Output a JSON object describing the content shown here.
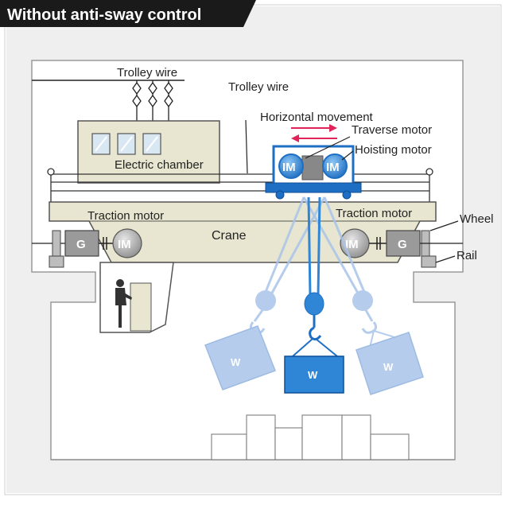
{
  "title": "Without anti-sway control",
  "labels": {
    "trolley_wire_1": "Trolley wire",
    "trolley_wire_2": "Trolley wire",
    "horizontal_movement": "Horizontal movement",
    "traverse_motor": "Traverse motor",
    "hoisting_motor": "Hoisting motor",
    "electric_chamber": "Electric chamber",
    "traction_motor_left": "Traction motor",
    "traction_motor_right": "Traction motor",
    "crane": "Crane",
    "wheel": "Wheel",
    "rail": "Rail"
  },
  "symbols": {
    "motor": "IM",
    "generator": "G",
    "weight": "W"
  },
  "colors": {
    "title_bg": "#1a1a1a",
    "building": "#eeeeee",
    "crane_beam": "#e8e6d0",
    "trolley_blue": "#1e6fc4",
    "motor_blue": "#2f86d6",
    "faded_blue": "#a9c4ea",
    "arrow_red": "#e0245a"
  }
}
